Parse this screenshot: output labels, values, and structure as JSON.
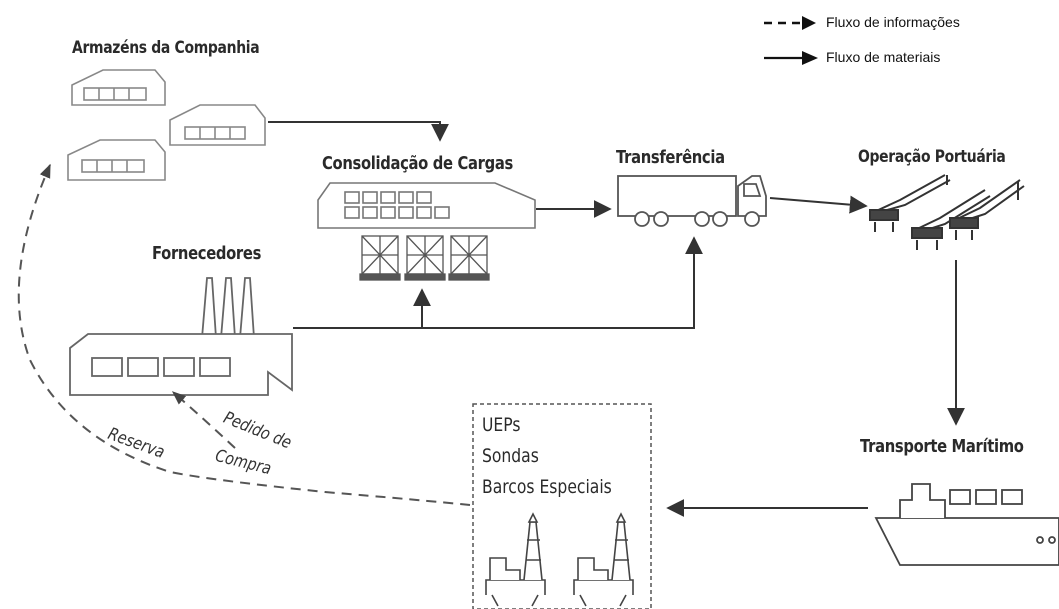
{
  "legend": {
    "info": "Fluxo de informações",
    "material": "Fluxo de materiais"
  },
  "nodes": {
    "warehouses": "Armazéns da Companhia",
    "consolidation": "Consolidação de Cargas",
    "transfer": "Transferência",
    "port": "Operação Portuária",
    "suppliers": "Fornecedores",
    "maritime": "Transporte Marítimo"
  },
  "destination_box": {
    "lines": [
      "UEPs",
      "Sondas",
      "Barcos Especiais"
    ]
  },
  "info_labels": {
    "order_line1": "Pedido de",
    "order_line2": "Compra",
    "reserve": "Reserva"
  }
}
